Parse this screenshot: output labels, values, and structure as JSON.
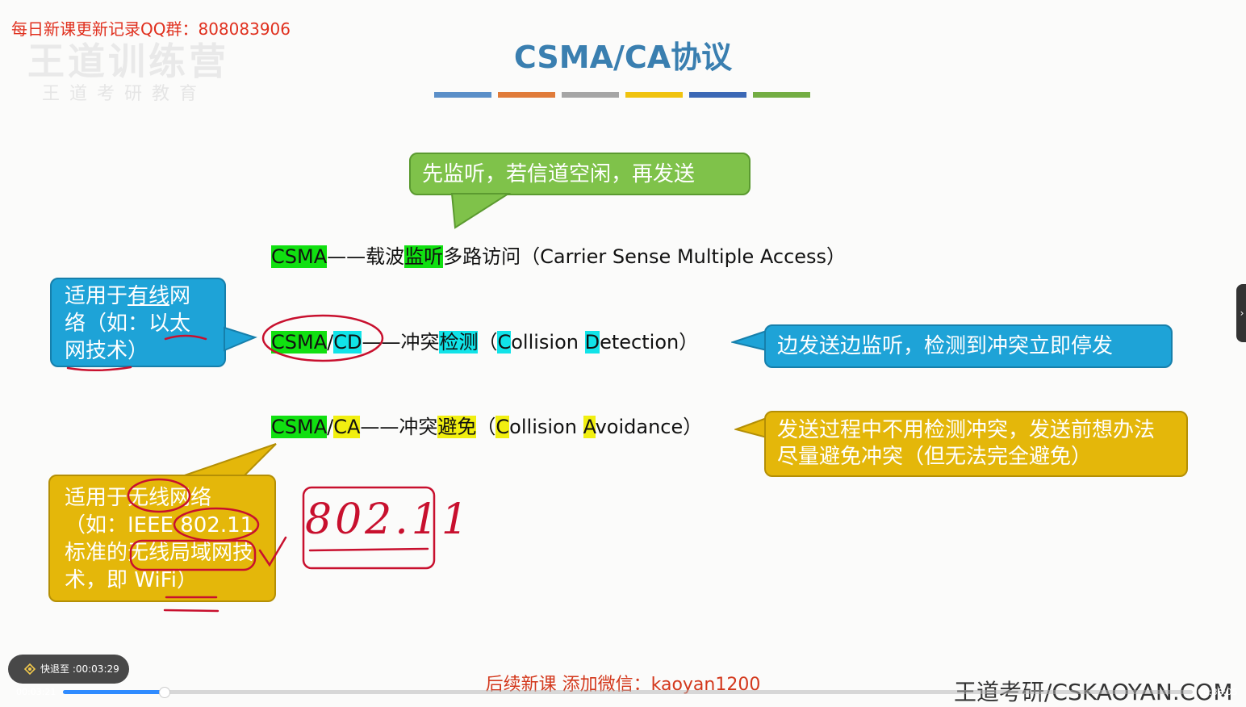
{
  "overlay": {
    "qq_notice": "每日新课更新记录QQ群：808083906",
    "watermark": "王道训练营",
    "watermark_sub": "王道考研教育"
  },
  "slide": {
    "title": "CSMA/CA协议",
    "title_bar_colors": [
      "#5b8fc8",
      "#e07b39",
      "#a5a5a5",
      "#f0c30f",
      "#3b68b5",
      "#73ad43"
    ],
    "green_bubble": "先监听，若信道空闲，再发送",
    "csma_line": {
      "abbr": "CSMA",
      "dash": "——载波",
      "hl": "监听",
      "rest": "多路访问（Carrier Sense Multiple Access）"
    },
    "blue_bubble_left": {
      "part1": "适用于",
      "part2": "有线",
      "part3": "网络（如：",
      "part4": "以太",
      "part5": "网技术）"
    },
    "cd_line": {
      "abbr1": "CSMA",
      "slash": "/",
      "abbr2": "CD",
      "dash": "——冲突",
      "hl": "检测",
      "paren_open": "（",
      "c": "C",
      "w1": "ollision ",
      "d": "D",
      "w2": "etection）"
    },
    "blue_bubble_right": "边发送边监听，检测到冲突立即停发",
    "ca_line": {
      "abbr1": "CSMA",
      "slash": "/",
      "abbr2": "CA",
      "dash": "——冲突",
      "hl": "避免",
      "paren_open": "（",
      "c": "C",
      "w1": "ollision ",
      "a": "A",
      "w2": "voidance）"
    },
    "yellow_bubble_right": "发送过程中不用检测冲突，发送前想办法尽量避免冲突（但无法完全避免）",
    "yellow_bubble_left": "适用于无线网络（如：IEEE 802.11标准的无线局域网技术，即 WiFi）",
    "handwriting": "802.11"
  },
  "player": {
    "seek_toast": "快退至 :00:03:29",
    "current_time": "00:03:21",
    "total_time": "00:38:05",
    "progress": 0.089,
    "side_handle": "›",
    "bottom_ad": "后续新课 添加微信：kaoyan1200",
    "site": "王道考研/CSKAOYAN.COM"
  }
}
